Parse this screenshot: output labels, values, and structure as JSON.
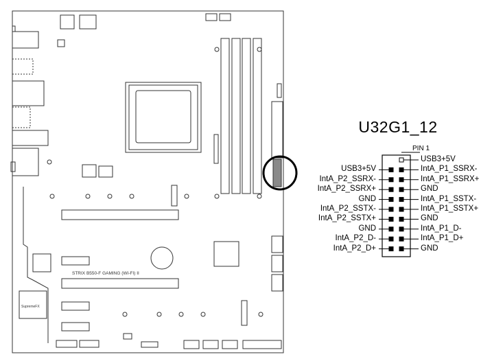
{
  "header": {
    "title": "U32G1_12",
    "pin1_label": "PIN 1"
  },
  "board": {
    "model_label": "STRIX B550-F GAMING (WI-FI) II",
    "audio_label": "SupremeFX"
  },
  "pins": {
    "right": [
      "USB3+5V",
      "IntA_P1_SSRX-",
      "IntA_P1_SSRX+",
      "GND",
      "IntA_P1_SSTX-",
      "IntA_P1_SSTX+",
      "GND",
      "IntA_P1_D-",
      "IntA_P1_D+",
      "GND"
    ],
    "left": [
      "USB3+5V",
      "IntA_P2_SSRX-",
      "IntA_P2_SSRX+",
      "GND",
      "IntA_P2_SSTX-",
      "IntA_P2_SSTX+",
      "GND",
      "IntA_P2_D-",
      "IntA_P2_D+"
    ]
  },
  "colors": {
    "line": "#000000",
    "board_outline": "#333333",
    "highlight_fill": "#8a8a8a"
  }
}
